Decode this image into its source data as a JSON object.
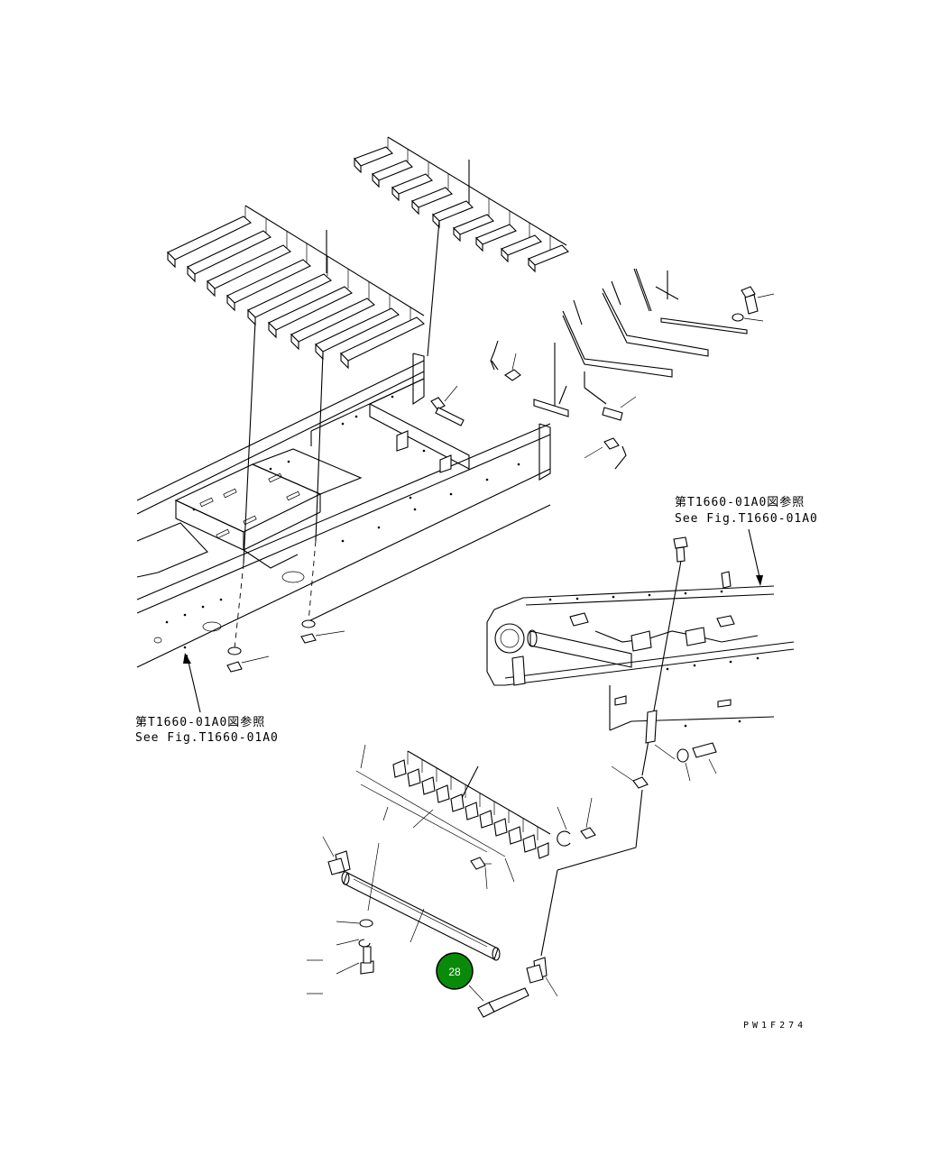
{
  "references": {
    "upper_right": {
      "jp": "第T1660-01A0図参照",
      "en": "See Fig.T1660-01A0"
    },
    "lower_left": {
      "jp": "第T1660-01A0図参照",
      "en": "See Fig.T1660-01A0"
    }
  },
  "drawing_code": "PW1F274",
  "callout": {
    "label": "28",
    "color": "#0a8a0a",
    "ring": "#000000"
  }
}
